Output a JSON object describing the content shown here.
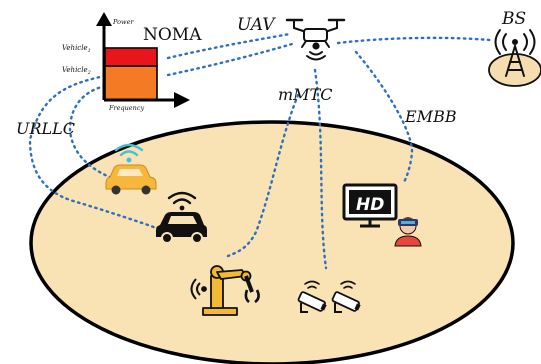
{
  "labels": {
    "noma": "NOMA",
    "power_axis": "Power",
    "frequency_axis": "Frequency",
    "vehicle1": "Vehicle",
    "vehicle1_sub": "1",
    "vehicle2": "Vehicle",
    "vehicle2_sub": "2",
    "uav": "UAV",
    "bs": "BS",
    "mmtc": "mMTC",
    "embb": "EMBB",
    "urllc": "URLLC",
    "hd": "HD"
  },
  "colors": {
    "ground_fill": "#f9e3b4",
    "ground_stroke": "#000000",
    "link_dotted": "#2f6fc0",
    "noma_top": "#e8161b",
    "noma_bottom": "#f47a24",
    "bs_disc": "#f6ddb0",
    "car_yellow": "#f6b73a",
    "wifi_cyan": "#42c1d6",
    "robot_yellow": "#f3b935"
  },
  "icons": [
    "uav-drone-icon",
    "base-station-icon",
    "wifi-car-icon",
    "autonomous-car-icon",
    "hd-monitor-icon",
    "vr-user-icon",
    "robot-arm-icon",
    "security-camera-icon"
  ]
}
